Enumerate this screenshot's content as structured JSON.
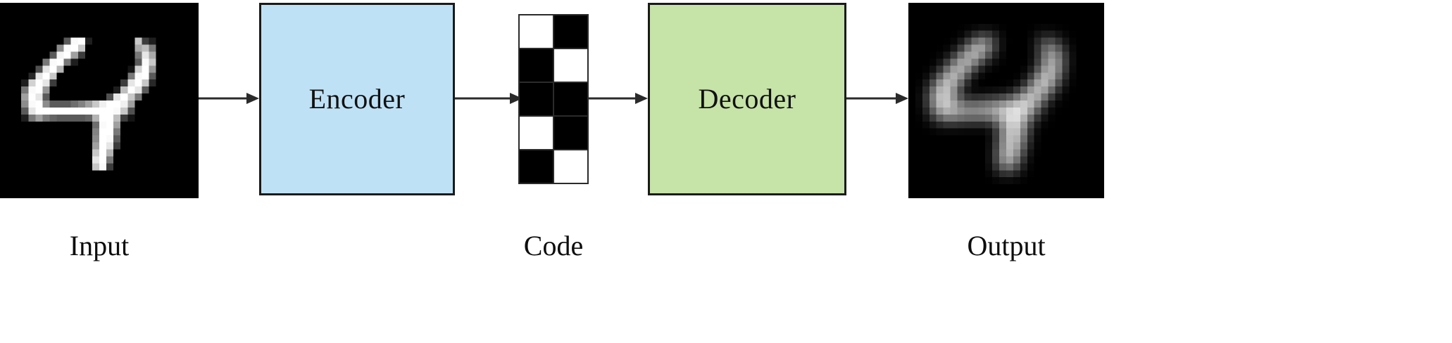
{
  "figure": {
    "type": "autoencoder-architecture-diagram",
    "background_color": "#ffffff"
  },
  "nodes": {
    "input": {
      "label": "Input",
      "kind": "image",
      "content": "handwritten digit 4 (MNIST, sharp)",
      "background_color": "#000000",
      "grid_size": 28
    },
    "encoder": {
      "label": "Encoder",
      "kind": "process-box",
      "fill_color": "#bfe1f5",
      "border_color": "#1a1a1a"
    },
    "code": {
      "label": "Code",
      "kind": "binary-grid",
      "columns": 2,
      "rows": 5,
      "on_color": "#ffffff",
      "off_color": "#000000",
      "border_color": "#2b2b2b",
      "cells": [
        [
          1,
          0
        ],
        [
          0,
          1
        ],
        [
          0,
          0
        ],
        [
          1,
          0
        ],
        [
          0,
          1
        ]
      ]
    },
    "decoder": {
      "label": "Decoder",
      "kind": "process-box",
      "fill_color": "#c6e3a8",
      "border_color": "#1a1a1a"
    },
    "output": {
      "label": "Output",
      "kind": "image",
      "content": "handwritten digit 4 (reconstructed, blurry)",
      "background_color": "#000000",
      "grid_size": 28
    }
  },
  "arrows": {
    "color": "#2b2b2b",
    "items": [
      {
        "from": "input",
        "to": "encoder"
      },
      {
        "from": "encoder",
        "to": "code"
      },
      {
        "from": "code",
        "to": "decoder"
      },
      {
        "from": "decoder",
        "to": "output"
      }
    ]
  },
  "captions": {
    "input": "Input",
    "code": "Code",
    "output": "Output"
  },
  "digit_pixels": {
    "note": "28x28 greyscale 0-255, row-major",
    "input": [
      [
        0,
        0,
        0,
        0,
        0,
        0,
        0,
        0,
        0,
        0,
        0,
        0,
        0,
        0,
        0,
        0,
        0,
        0,
        0,
        0,
        0,
        0,
        0,
        0,
        0,
        0,
        0,
        0
      ],
      [
        0,
        0,
        0,
        0,
        0,
        0,
        0,
        0,
        0,
        0,
        0,
        0,
        0,
        0,
        0,
        0,
        0,
        0,
        0,
        0,
        0,
        0,
        0,
        0,
        0,
        0,
        0,
        0
      ],
      [
        0,
        0,
        0,
        0,
        0,
        0,
        0,
        0,
        0,
        0,
        0,
        0,
        0,
        0,
        0,
        0,
        0,
        0,
        0,
        0,
        0,
        0,
        0,
        0,
        0,
        0,
        0,
        0
      ],
      [
        0,
        0,
        0,
        0,
        0,
        0,
        0,
        0,
        0,
        0,
        0,
        0,
        0,
        0,
        0,
        0,
        0,
        0,
        0,
        0,
        0,
        0,
        0,
        0,
        0,
        0,
        0,
        0
      ],
      [
        0,
        0,
        0,
        0,
        0,
        0,
        0,
        0,
        0,
        0,
        0,
        0,
        0,
        0,
        0,
        0,
        0,
        0,
        0,
        0,
        0,
        0,
        0,
        0,
        0,
        0,
        0,
        0
      ],
      [
        0,
        0,
        0,
        0,
        0,
        0,
        0,
        0,
        0,
        90,
        250,
        255,
        30,
        0,
        0,
        0,
        0,
        0,
        0,
        200,
        60,
        30,
        0,
        0,
        0,
        0,
        0,
        0
      ],
      [
        0,
        0,
        0,
        0,
        0,
        0,
        0,
        0,
        140,
        250,
        255,
        200,
        0,
        0,
        0,
        0,
        0,
        0,
        0,
        170,
        190,
        120,
        0,
        0,
        0,
        0,
        0,
        0
      ],
      [
        0,
        0,
        0,
        0,
        0,
        0,
        0,
        90,
        245,
        255,
        160,
        60,
        0,
        0,
        0,
        0,
        0,
        0,
        0,
        120,
        230,
        170,
        0,
        0,
        0,
        0,
        0,
        0
      ],
      [
        0,
        0,
        0,
        0,
        0,
        0,
        120,
        250,
        255,
        120,
        30,
        0,
        0,
        0,
        0,
        0,
        0,
        0,
        0,
        90,
        250,
        200,
        0,
        0,
        0,
        0,
        0,
        0
      ],
      [
        0,
        0,
        0,
        0,
        0,
        80,
        230,
        255,
        180,
        0,
        0,
        0,
        0,
        0,
        0,
        0,
        0,
        0,
        20,
        210,
        255,
        150,
        0,
        0,
        0,
        0,
        0,
        0
      ],
      [
        0,
        0,
        0,
        0,
        40,
        230,
        255,
        200,
        0,
        0,
        0,
        0,
        0,
        0,
        0,
        0,
        0,
        0,
        120,
        250,
        255,
        90,
        0,
        0,
        0,
        0,
        0,
        0
      ],
      [
        0,
        0,
        0,
        30,
        210,
        255,
        230,
        60,
        0,
        0,
        0,
        0,
        0,
        0,
        0,
        0,
        0,
        60,
        230,
        255,
        200,
        40,
        0,
        0,
        0,
        0,
        0,
        0
      ],
      [
        0,
        0,
        0,
        120,
        250,
        255,
        150,
        0,
        0,
        0,
        0,
        0,
        0,
        0,
        0,
        0,
        30,
        190,
        255,
        230,
        90,
        0,
        0,
        0,
        0,
        0,
        0,
        0
      ],
      [
        0,
        0,
        0,
        160,
        255,
        230,
        90,
        0,
        0,
        0,
        0,
        0,
        0,
        0,
        0,
        80,
        230,
        255,
        200,
        120,
        0,
        0,
        0,
        0,
        0,
        0,
        0,
        0
      ],
      [
        0,
        0,
        0,
        140,
        250,
        255,
        140,
        90,
        90,
        90,
        110,
        130,
        160,
        200,
        240,
        255,
        255,
        240,
        160,
        0,
        0,
        0,
        0,
        0,
        0,
        0,
        0,
        0
      ],
      [
        0,
        0,
        0,
        90,
        230,
        255,
        255,
        255,
        255,
        255,
        255,
        255,
        255,
        255,
        255,
        255,
        250,
        200,
        80,
        0,
        0,
        0,
        0,
        0,
        0,
        0,
        0,
        0
      ],
      [
        0,
        0,
        0,
        30,
        120,
        160,
        120,
        100,
        90,
        90,
        90,
        90,
        100,
        180,
        255,
        255,
        190,
        60,
        20,
        0,
        0,
        0,
        0,
        0,
        0,
        0,
        0,
        0
      ],
      [
        0,
        0,
        0,
        0,
        0,
        0,
        0,
        0,
        0,
        0,
        0,
        0,
        0,
        110,
        250,
        255,
        160,
        0,
        0,
        0,
        0,
        0,
        0,
        0,
        0,
        0,
        0,
        0
      ],
      [
        0,
        0,
        0,
        0,
        0,
        0,
        0,
        0,
        0,
        0,
        0,
        0,
        0,
        130,
        255,
        255,
        120,
        0,
        0,
        0,
        0,
        0,
        0,
        0,
        0,
        0,
        0,
        0
      ],
      [
        0,
        0,
        0,
        0,
        0,
        0,
        0,
        0,
        0,
        0,
        0,
        0,
        0,
        140,
        255,
        250,
        90,
        0,
        0,
        0,
        0,
        0,
        0,
        0,
        0,
        0,
        0,
        0
      ],
      [
        0,
        0,
        0,
        0,
        0,
        0,
        0,
        0,
        0,
        0,
        0,
        0,
        0,
        160,
        255,
        230,
        60,
        0,
        0,
        0,
        0,
        0,
        0,
        0,
        0,
        0,
        0,
        0
      ],
      [
        0,
        0,
        0,
        0,
        0,
        0,
        0,
        0,
        0,
        0,
        0,
        0,
        0,
        200,
        255,
        180,
        0,
        0,
        0,
        0,
        0,
        0,
        0,
        0,
        0,
        0,
        0,
        0
      ],
      [
        0,
        0,
        0,
        0,
        0,
        0,
        0,
        0,
        0,
        0,
        0,
        0,
        0,
        230,
        255,
        120,
        0,
        0,
        0,
        0,
        0,
        0,
        0,
        0,
        0,
        0,
        0,
        0
      ],
      [
        0,
        0,
        0,
        0,
        0,
        0,
        0,
        0,
        0,
        0,
        0,
        0,
        0,
        200,
        250,
        60,
        0,
        0,
        0,
        0,
        0,
        0,
        0,
        0,
        0,
        0,
        0,
        0
      ],
      [
        0,
        0,
        0,
        0,
        0,
        0,
        0,
        0,
        0,
        0,
        0,
        0,
        0,
        0,
        0,
        0,
        0,
        0,
        0,
        0,
        0,
        0,
        0,
        0,
        0,
        0,
        0,
        0
      ],
      [
        0,
        0,
        0,
        0,
        0,
        0,
        0,
        0,
        0,
        0,
        0,
        0,
        0,
        0,
        0,
        0,
        0,
        0,
        0,
        0,
        0,
        0,
        0,
        0,
        0,
        0,
        0,
        0
      ],
      [
        0,
        0,
        0,
        0,
        0,
        0,
        0,
        0,
        0,
        0,
        0,
        0,
        0,
        0,
        0,
        0,
        0,
        0,
        0,
        0,
        0,
        0,
        0,
        0,
        0,
        0,
        0,
        0
      ],
      [
        0,
        0,
        0,
        0,
        0,
        0,
        0,
        0,
        0,
        0,
        0,
        0,
        0,
        0,
        0,
        0,
        0,
        0,
        0,
        0,
        0,
        0,
        0,
        0,
        0,
        0,
        0,
        0
      ]
    ]
  }
}
